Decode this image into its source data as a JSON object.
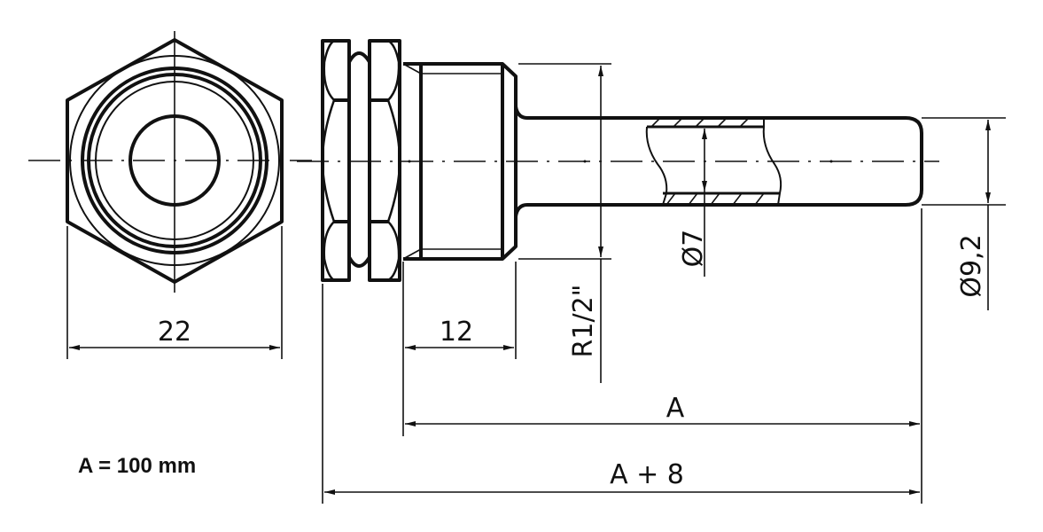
{
  "drawing": {
    "front_view": {
      "width_dim": "22"
    },
    "side_view": {
      "thread_length_dim": "12",
      "thread_dim": "R1/2\"",
      "bore_dim": "Ø7",
      "outer_dia_dim": "Ø9,2",
      "insert_length_dim": "A",
      "total_length_dim": "A + 8"
    },
    "note": "A = 100 mm"
  }
}
